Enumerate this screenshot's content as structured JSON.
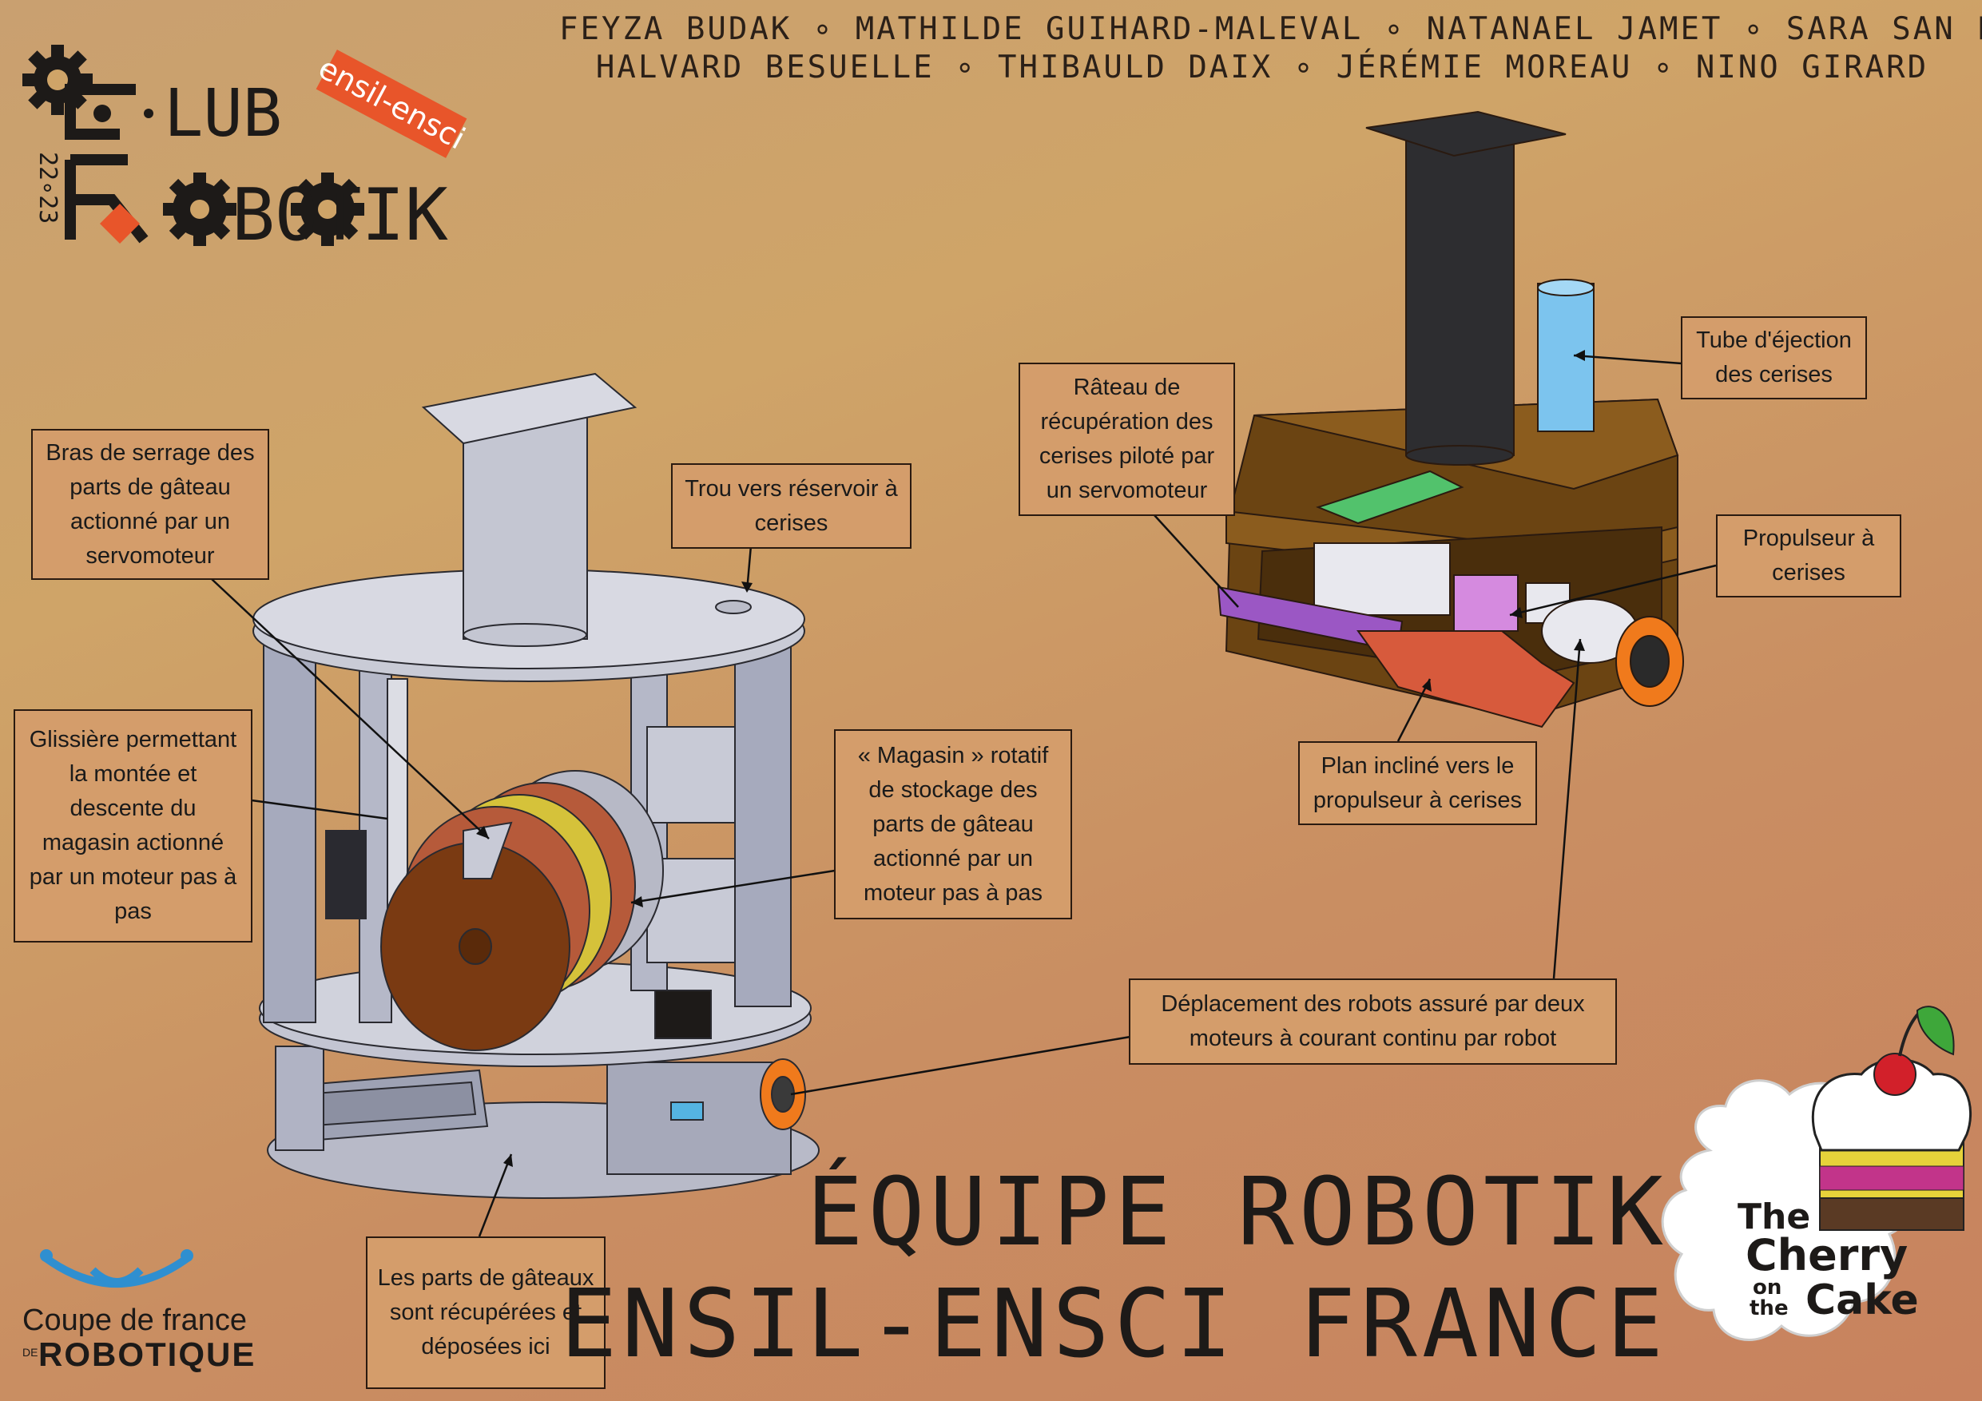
{
  "team_names": {
    "line1": "FEYZA BUDAK ∘ MATHILDE GUIHARD-MALEVAL ∘ NATANAEL JAMET ∘ SARA SAN FELICE",
    "line2": "HALVARD BESUELLE ∘ THIBAULD DAIX ∘ JÉRÉMIE MOREAU ∘ NINO GIRARD"
  },
  "club_logo": {
    "word1": "LUB",
    "word2": "BOTIK",
    "year": "22∘23",
    "badge": "ensil-ensci"
  },
  "callouts": {
    "bras_serrage": "Bras de serrage des parts de gâteau actionné par un servomoteur",
    "trou_reservoir": "Trou vers réservoir à cerises",
    "glissiere": "Glissière permettant la montée et descente du magasin actionné par un moteur pas à pas",
    "magasin": "« Magasin » rotatif de stockage des parts de gâteau actionné par un moteur pas à pas",
    "rateau": "Râteau de récupération des cerises piloté par un servomoteur",
    "tube_ejection": "Tube d'éjection des cerises",
    "propulseur": "Propulseur à cerises",
    "plan_incline": "Plan incliné vers le propulseur à cerises",
    "deplacement": "Déplacement des robots assuré par deux moteurs à courant continu par robot",
    "parts_gateaux": "Les parts de gâteaux sont récupérées et déposées ici"
  },
  "title": {
    "line1": "ÉQUIPE ROBOTIK",
    "line2": "ENSIL-ENSCI FRANCE"
  },
  "cdf_logo": {
    "line1": "Coupe de france",
    "prefix": "DE",
    "line2": "ROBOTIQUE"
  },
  "cake_logo": {
    "the": "The",
    "cherry": "Cherry",
    "on": "on",
    "the2": "the",
    "cake": "Cake"
  },
  "colors": {
    "background": "#cfa468",
    "callout_bg": "#d49d6b",
    "logo_accent": "#e8552a",
    "cherry_tube": "#7cc4ee",
    "magasin_disc": "#7a3a12",
    "wheel_orange": "#f07a1c",
    "rateau_purple": "#9b57c4",
    "plan_red": "#d75a3c"
  }
}
